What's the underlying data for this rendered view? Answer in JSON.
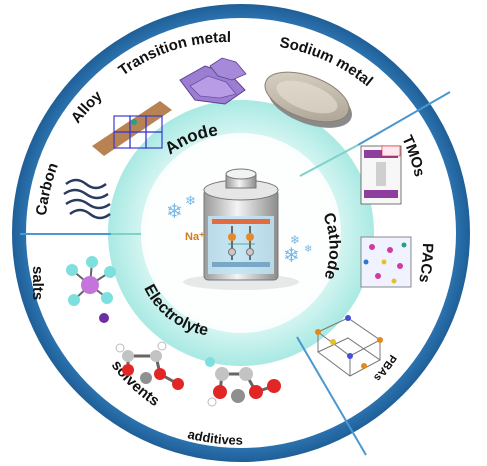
{
  "center": {
    "ion_label": "Na⁺"
  },
  "middle_ring": {
    "anode": "Anode",
    "cathode": "Cathode",
    "electrolyte": "Electrolyte"
  },
  "outer_ring": {
    "transition_metal": "Transition metal",
    "sodium_metal": "Sodium metal",
    "alloy": "Alloy",
    "carbon": "Carbon",
    "tmos": "TMOs",
    "pacs": "PACs",
    "pbas": "PBAs",
    "salts": "salts",
    "solvents": "solvents",
    "additives": "additives"
  },
  "colors": {
    "outer_ring": "#2f78b5",
    "ring_highlight": "#55a7df",
    "middle_ring": "#b5eee9",
    "center": "#ffffff"
  }
}
